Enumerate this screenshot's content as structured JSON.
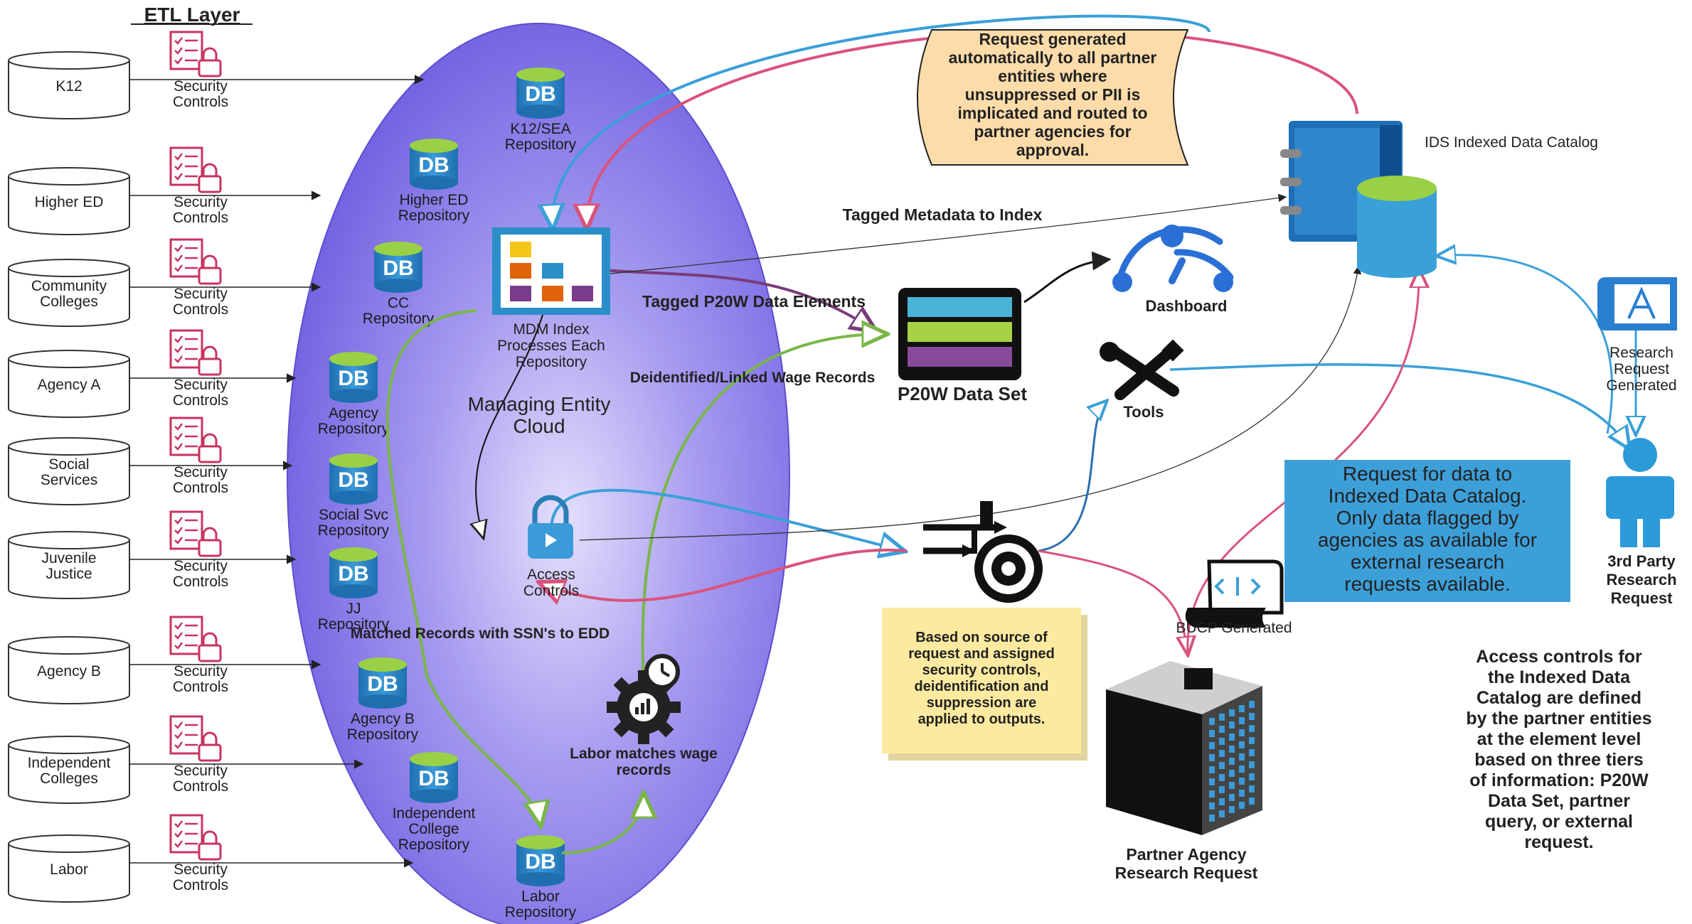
{
  "etl_title": "ETL Layer",
  "sources": [
    {
      "label": [
        "K12"
      ],
      "security": [
        "Security",
        "Controls"
      ]
    },
    {
      "label": [
        "Higher ED"
      ],
      "security": [
        "Security",
        "Controls"
      ]
    },
    {
      "label": [
        "Community",
        "Colleges"
      ],
      "security": [
        "Security",
        "Controls"
      ]
    },
    {
      "label": [
        "Agency A"
      ],
      "security": [
        "Security",
        "Controls"
      ]
    },
    {
      "label": [
        "Social",
        "Services"
      ],
      "security": [
        "Security",
        "Controls"
      ]
    },
    {
      "label": [
        "Juvenile",
        "Justice"
      ],
      "security": [
        "Security",
        "Controls"
      ]
    },
    {
      "label": [
        "Agency B"
      ],
      "security": [
        "Security",
        "Controls"
      ]
    },
    {
      "label": [
        "Independent",
        "Colleges"
      ],
      "security": [
        "Security",
        "Controls"
      ]
    },
    {
      "label": [
        "Labor"
      ],
      "security": [
        "Security",
        "Controls"
      ]
    }
  ],
  "db_icon_text": "DB",
  "repositories": [
    {
      "label": [
        "K12/SEA",
        "Repository"
      ]
    },
    {
      "label": [
        "Higher ED",
        "Repository"
      ]
    },
    {
      "label": [
        "CC",
        "Repository"
      ]
    },
    {
      "label": [
        "Agency",
        "Repository"
      ]
    },
    {
      "label": [
        "Social Svc",
        "Repository"
      ]
    },
    {
      "label": [
        "JJ",
        "Repository"
      ]
    },
    {
      "label": [
        "Agency B",
        "Repository"
      ]
    },
    {
      "label": [
        "Independent",
        "College",
        "Repository"
      ]
    },
    {
      "label": [
        "Labor",
        "Repository"
      ]
    }
  ],
  "mdm": {
    "label": [
      "MDM Index",
      "Processes Each",
      "Repository"
    ]
  },
  "cloud_title": [
    "Managing Entity",
    "Cloud"
  ],
  "access_controls": [
    "Access",
    "Controls"
  ],
  "matched_records": "Matched Records with SSN's to EDD",
  "labor_matches": [
    "Labor matches wage",
    "records"
  ],
  "request_note": [
    "Request generated",
    "automatically to all partner",
    "entities where",
    "unsuppressed or PII is",
    "implicated and routed to",
    "partner agencies for",
    "approval."
  ],
  "tagged_metadata": "Tagged Metadata to Index",
  "tagged_p20w": "Tagged P20W Data Elements",
  "deidentified": "Deidentified/Linked Wage Records",
  "p20w_dataset": "P20W Data Set",
  "dashboard": "Dashboard",
  "tools": "Tools",
  "ids_catalog": "IDS Indexed Data Catalog",
  "research_request_generated": [
    "Research",
    "Request",
    "Generated"
  ],
  "third_party": [
    "3rd Party",
    "Research",
    "Request"
  ],
  "request_box": [
    "Request for data to",
    "Indexed Data Catalog.",
    "Only data flagged by",
    "agencies as available for",
    "external research",
    "requests available."
  ],
  "bucp": "BUCP Generated",
  "sticky_note": [
    "Based on source of",
    "request and assigned",
    "security controls,",
    "deidentification and",
    "suppression are",
    "applied to outputs."
  ],
  "partner_agency": [
    "Partner Agency",
    "Research Request"
  ],
  "access_note": [
    "Access controls for",
    "the Indexed Data",
    "Catalog are defined",
    "by the partner entities",
    "at the element level",
    "based on three tiers",
    "of information: P20W",
    "Data Set, partner",
    "query, or external",
    "request."
  ],
  "colors": {
    "cloud": "#7b68ee",
    "pink": "#d9537c",
    "blue": "#3aa0d8",
    "green": "#7ab648",
    "purple_line": "#7a3b7a",
    "cloud_title": "#c8335e",
    "request_box": "#3d9fd8",
    "sticky": "#fdeaa0",
    "scroll": "#fddcaa"
  }
}
